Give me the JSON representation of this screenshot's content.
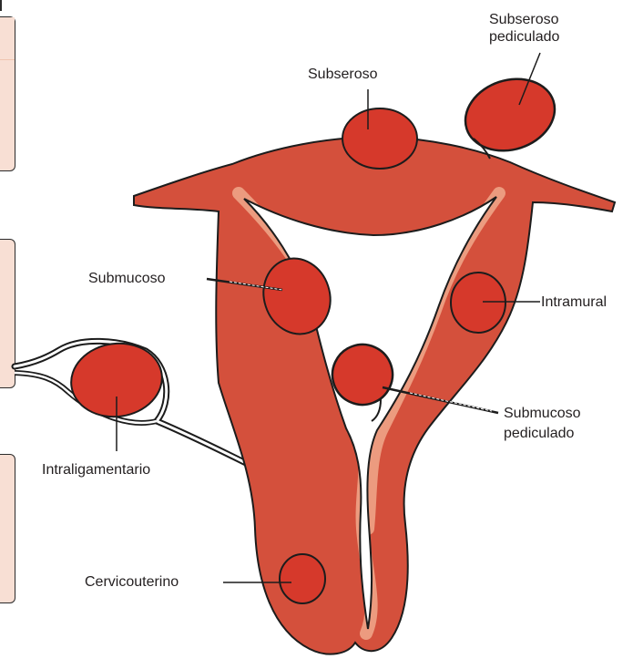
{
  "colors": {
    "tissue": "#d4503c",
    "tissue_light": "#ec9b7f",
    "fibroid": "#d6392b",
    "outline": "#1c1c1c",
    "panel": "#f8dfd4"
  },
  "labels": {
    "subseroso": "Subseroso",
    "subseroso_pediculado": [
      "Subseroso",
      "pediculado"
    ],
    "submucoso": "Submucoso",
    "intramural": "Intramural",
    "submucoso_pediculado": [
      "Submucoso",
      "pediculado"
    ],
    "intraligamentario": "Intraligamentario",
    "cervicouterino": "Cervicouterino"
  }
}
